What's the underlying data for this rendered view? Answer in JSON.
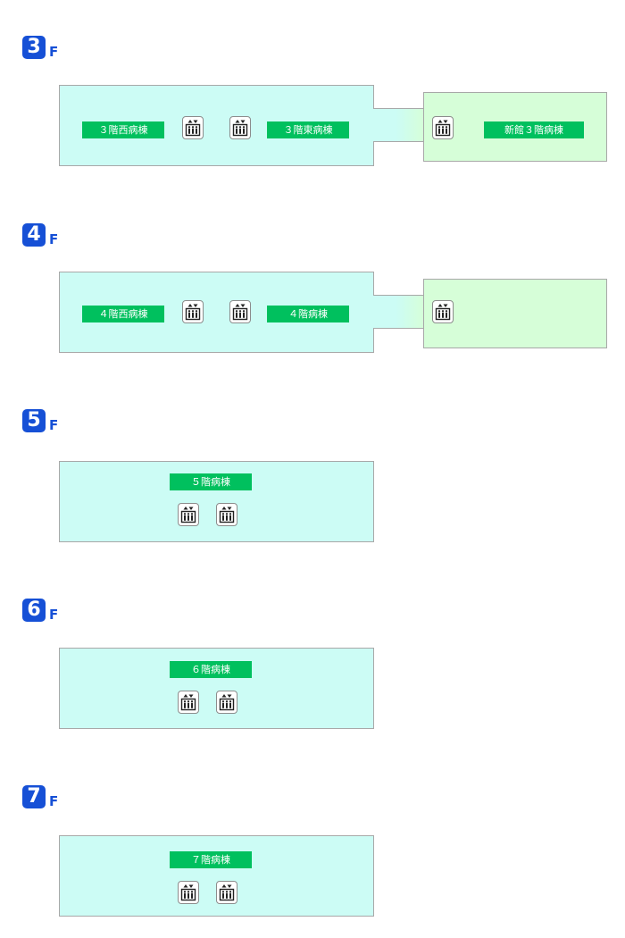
{
  "floors": [
    {
      "number": "3",
      "suffix": "F",
      "wards": {
        "west": "３階西病棟",
        "east": "３階東病棟",
        "annex": "新館３階病棟"
      }
    },
    {
      "number": "4",
      "suffix": "F",
      "wards": {
        "west": "４階西病棟",
        "east": "４階病棟"
      }
    },
    {
      "number": "5",
      "suffix": "F",
      "wards": {
        "main": "５階病棟"
      }
    },
    {
      "number": "6",
      "suffix": "F",
      "wards": {
        "main": "６階病棟"
      }
    },
    {
      "number": "7",
      "suffix": "F",
      "wards": {
        "main": "７階病棟"
      }
    }
  ],
  "icons": {
    "elevator": "elevator-icon"
  },
  "colors": {
    "floor_badge": "#1650d6",
    "ward_label": "#00c05e",
    "main_building": "#ccfcf5",
    "annex_building": "#d6fed8",
    "outline": "#a8a8a8"
  }
}
